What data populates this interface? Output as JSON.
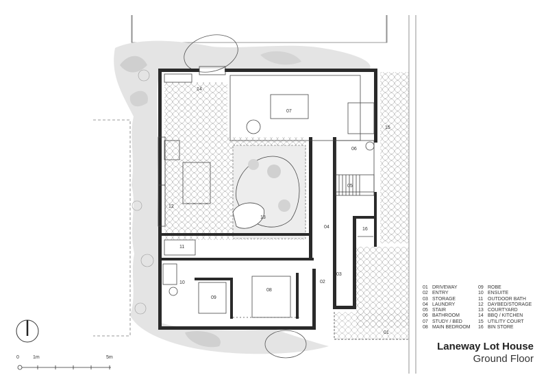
{
  "rooms": [
    {
      "id": "14",
      "label": "14"
    },
    {
      "id": "07",
      "label": "07"
    },
    {
      "id": "15",
      "label": "15"
    },
    {
      "id": "06",
      "label": "06"
    },
    {
      "id": "05",
      "label": "05"
    },
    {
      "id": "12",
      "label": "12"
    },
    {
      "id": "13",
      "label": "13"
    },
    {
      "id": "04",
      "label": "04"
    },
    {
      "id": "16",
      "label": "16"
    },
    {
      "id": "11",
      "label": "11"
    },
    {
      "id": "03",
      "label": "03"
    },
    {
      "id": "10",
      "label": "10"
    },
    {
      "id": "09",
      "label": "09"
    },
    {
      "id": "08",
      "label": "08"
    },
    {
      "id": "02",
      "label": "02"
    },
    {
      "id": "01",
      "label": "01"
    }
  ],
  "legend": {
    "col1": [
      {
        "num": "01",
        "name": "DRIVEWAY"
      },
      {
        "num": "02",
        "name": "ENTRY"
      },
      {
        "num": "03",
        "name": "STORAGE"
      },
      {
        "num": "04",
        "name": "LAUNDRY"
      },
      {
        "num": "05",
        "name": "STAIR"
      },
      {
        "num": "06",
        "name": "BATHROOM"
      },
      {
        "num": "07",
        "name": "STUDY / BED"
      },
      {
        "num": "08",
        "name": "MAIN BEDROOM"
      }
    ],
    "col2": [
      {
        "num": "09",
        "name": "ROBE"
      },
      {
        "num": "10",
        "name": "ENSUITE"
      },
      {
        "num": "11",
        "name": "OUTDOOR BATH"
      },
      {
        "num": "12",
        "name": "DAYBED/STORAGE"
      },
      {
        "num": "13",
        "name": "COURTYARD"
      },
      {
        "num": "14",
        "name": "BBQ / KITCHEN"
      },
      {
        "num": "15",
        "name": "UTILITY COURT"
      },
      {
        "num": "16",
        "name": "BIN STORE"
      }
    ]
  },
  "title": {
    "line1": "Laneway Lot House",
    "line2": "Ground Floor"
  },
  "scale": {
    "zero": "0",
    "one": "1m",
    "five": "5m"
  }
}
